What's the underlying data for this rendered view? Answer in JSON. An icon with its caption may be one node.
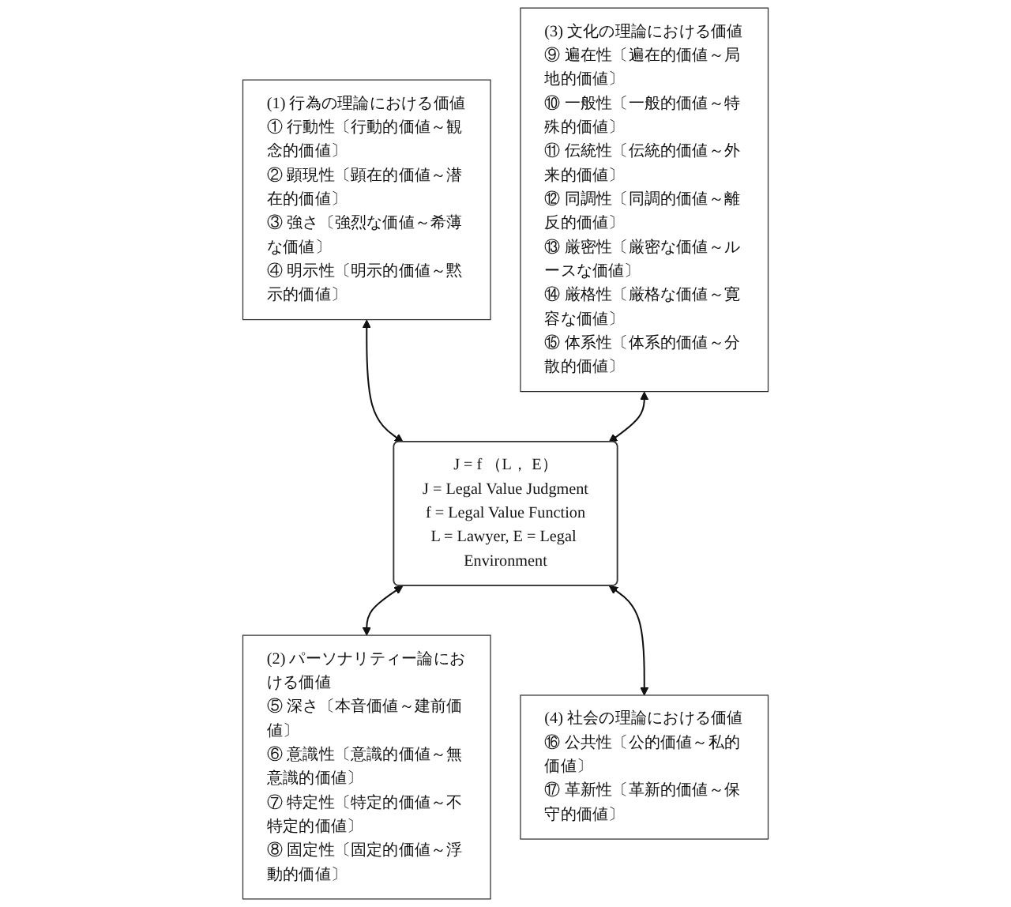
{
  "diagram": {
    "nodes": [
      {
        "text": [
          "(1) 行為の理論における価値",
          "① 行動性〔行動的価値～観念的価値〕",
          "② 顕現性〔顕在的価値～潜在的価値〕",
          "③ 強さ〔強烈な価値～希薄な価値〕",
          "④ 明示性〔明示的価値～黙示的価値〕"
        ]
      },
      {
        "text": [
          "(3) 文化の理論における価値",
          "⑨ 遍在性〔遍在的価値～局地的価値〕",
          "⑩ 一般性〔一般的価値～特殊的価値〕",
          "⑪ 伝統性〔伝統的価値～外来的価値〕",
          "⑫ 同調性〔同調的価値～離反的価値〕",
          "⑬ 厳密性〔厳密な価値～ルースな価値〕",
          "⑭ 厳格性〔厳格な価値～寛容な価値〕",
          "⑮ 体系性〔体系的価値～分散的価値〕"
        ]
      },
      {
        "text": [
          "J = f （L， E）",
          "J = Legal Value Judgment",
          "f = Legal Value Function",
          "L = Lawyer, E = Legal Environment"
        ]
      },
      {
        "text": [
          "(2) パーソナリティー論における価値",
          "⑤ 深さ〔本音価値～建前価値〕",
          "⑥ 意識性〔意識的価値～無意識的価値〕",
          "⑦ 特定性〔特定的価値～不特定的価値〕",
          "⑧ 固定性〔固定的価値～浮動的価値〕"
        ]
      },
      {
        "text": [
          "(4) 社会の理論における価値",
          "⑯ 公共性〔公的価値～私的価値〕",
          "⑰ 革新性〔革新的価値～保守的価値〕"
        ]
      }
    ],
    "edges": [
      {
        "from": 0,
        "to": 2,
        "arrow": "both"
      },
      {
        "from": 1,
        "to": 2,
        "arrow": "both"
      },
      {
        "from": 2,
        "to": 3,
        "arrow": "both"
      },
      {
        "from": 2,
        "to": 4,
        "arrow": "both"
      }
    ]
  }
}
